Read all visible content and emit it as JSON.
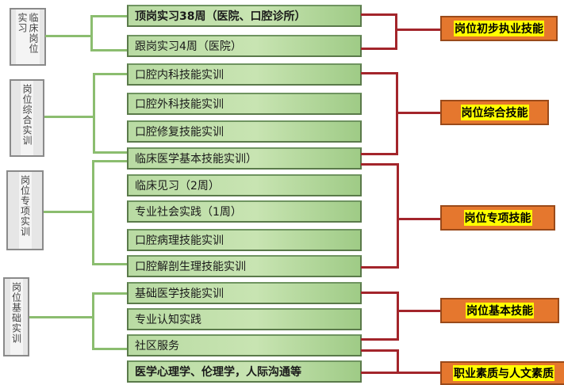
{
  "categories": [
    "临床岗位实习",
    "岗位综合实训",
    "岗位专项实训",
    "岗位基础实训"
  ],
  "courses": [
    "顶岗实习38周（医院、口腔诊所）",
    "跟岗实习4周（医院）",
    "口腔内科技能实训",
    "口腔外科技能实训",
    "口腔修复技能实训",
    "临床医学基本技能实训）",
    "临床见习（2周）",
    "专业社会实践（1周）",
    "口腔病理技能实训",
    "口腔解剖生理技能实训",
    "基础医学技能实训",
    "专业认知实践",
    "社区服务",
    "医学心理学、伦理学，人际沟通等"
  ],
  "skills": [
    "岗位初步执业技能",
    "岗位综合技能",
    "岗位专项技能",
    "岗位基本技能",
    "职业素质与人文素质"
  ],
  "colors": {
    "course_fill": "#b9dba3",
    "skill_fill": "#e5772e",
    "highlight": "#ffff00",
    "left_connector": "#8bbd6f",
    "right_connector": "#a3252b"
  }
}
